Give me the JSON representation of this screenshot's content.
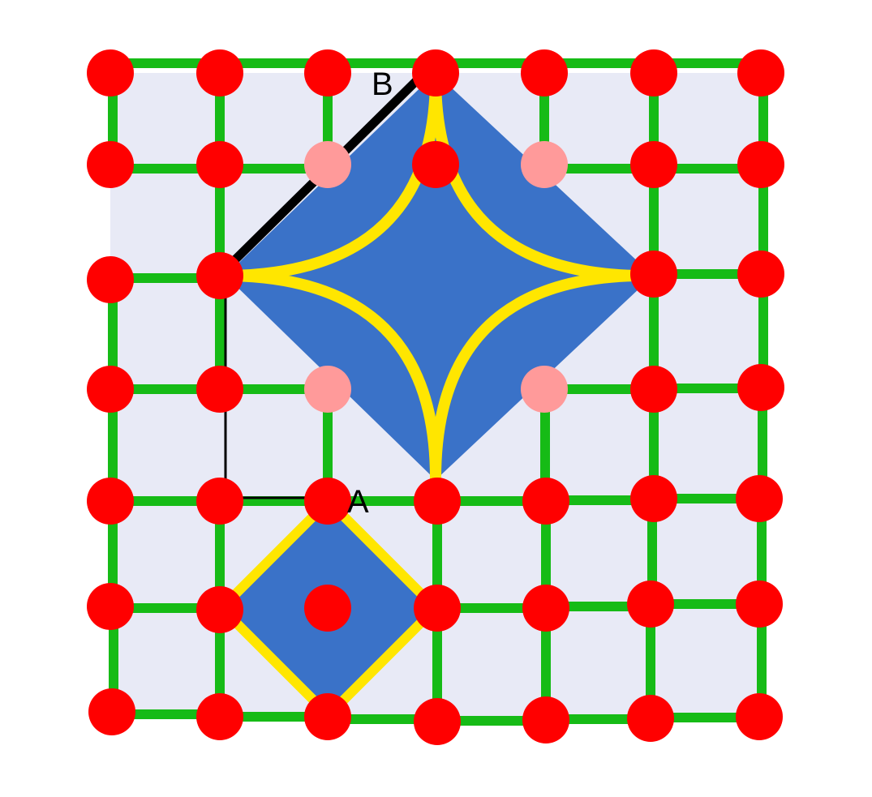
{
  "diagram": {
    "labels": {
      "a": "A",
      "b": "B"
    },
    "grid": {
      "cols": 7,
      "rows": 7
    },
    "colors": {
      "background": "#ffffff",
      "cell": "#e8eaf6",
      "edge": "#16bb16",
      "node": "#ff0000",
      "node_faded": "#ff9a9a",
      "diamond": "#3a72c8",
      "highlight": "#ffe600",
      "path": "#000000"
    },
    "faded_nodes": [
      [
        2,
        1
      ],
      [
        4,
        1
      ],
      [
        2,
        3
      ],
      [
        4,
        3
      ]
    ]
  }
}
